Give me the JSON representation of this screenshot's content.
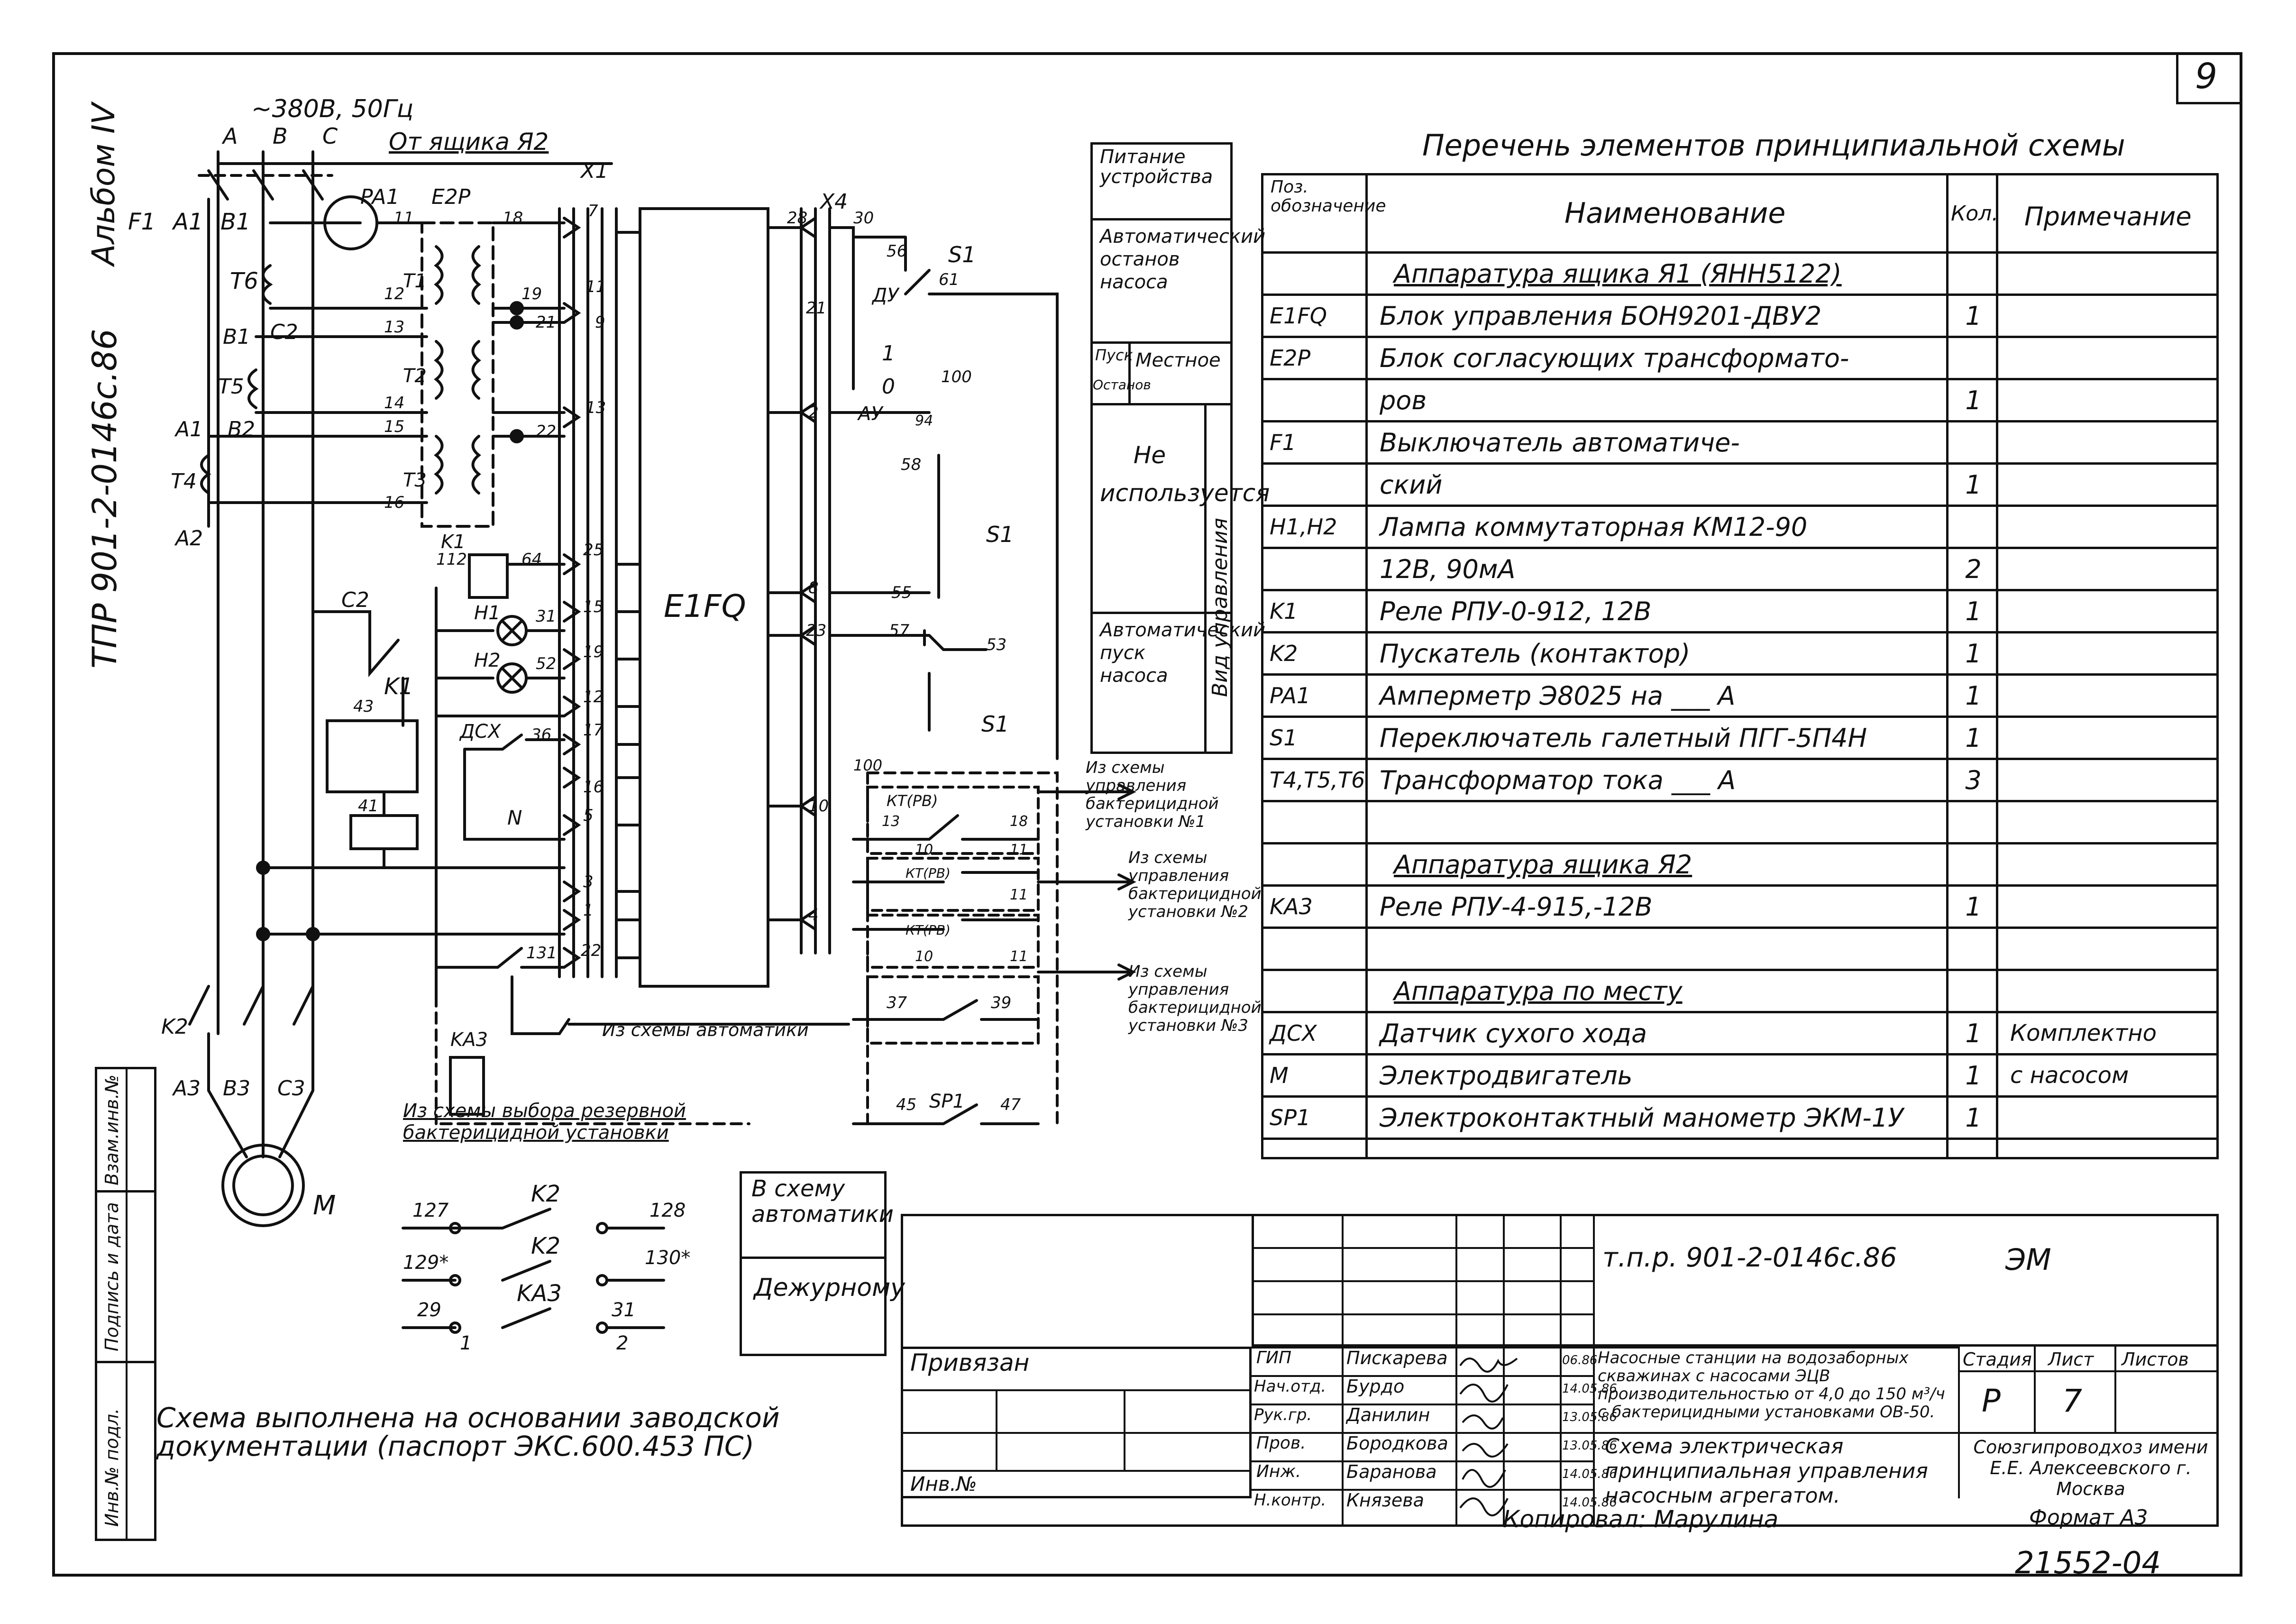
{
  "sheet": {
    "page_number": "9",
    "album_label": "Альбом IV",
    "side_code": "ТПР 901-2-0146с.86",
    "left_margin_labels": [
      "Взам.инв.№",
      "Подпись и дата",
      "Инв.№ подл."
    ]
  },
  "schematic": {
    "supply_label": "~380В, 50Гц",
    "phases": [
      "A",
      "B",
      "C"
    ],
    "from_box": "От ящика Я2",
    "labels": {
      "F1": "F1",
      "A1": "A1",
      "B1": "B1",
      "T6": "T6",
      "PA1": "PA1",
      "E2P": "E2P",
      "X1": "X1",
      "X4": "X4",
      "C2": "C2",
      "B1b": "B1",
      "T5": "T5",
      "A1b": "A1",
      "B2": "B2",
      "T4": "T4",
      "A2": "A2",
      "T1": "T1",
      "T2": "T2",
      "T3": "T3",
      "E1FQ": "E1FQ",
      "K1": "K1",
      "K1b": "K1",
      "H1": "H1",
      "H2": "H2",
      "DCX": "ДСХ",
      "N": "N",
      "C2b": "C2",
      "K2": "K2",
      "K2b": "K2",
      "KA3": "KA3",
      "M": "M",
      "A3": "A3",
      "B3": "B3",
      "C3": "C3",
      "S1a": "S1",
      "S1b": "S1",
      "S1c": "S1",
      "SP1": "SP1",
      "DU": "ДУ",
      "AU": "АУ",
      "KT1": "КТ(РВ)",
      "KT2": "КТ(РВ)",
      "KT3": "КТ(РВ)",
      "one": "1",
      "zero": "0"
    },
    "wire_numbers": [
      "11",
      "12",
      "13",
      "14",
      "15",
      "16",
      "18",
      "19",
      "21",
      "22",
      "7",
      "9",
      "11",
      "13",
      "25",
      "15",
      "19",
      "12",
      "17",
      "16",
      "5",
      "3",
      "1",
      "22",
      "64",
      "112",
      "31",
      "52",
      "36",
      "43",
      "41",
      "131",
      "28",
      "30",
      "56",
      "61",
      "21",
      "2",
      "94",
      "100",
      "58",
      "8",
      "55",
      "23",
      "57",
      "53",
      "10",
      "4",
      "100",
      "13",
      "10",
      "18",
      "11",
      "11",
      "10",
      "11",
      "37",
      "39",
      "45",
      "47",
      "127",
      "128",
      "129*",
      "130*",
      "29",
      "31",
      "1",
      "2"
    ],
    "notes": {
      "from_control_1": "Из схемы управления бактерицидной установки №1",
      "from_control_2": "Из схемы управления бактерицидной установки №2",
      "from_control_3": "Из схемы управления бактерицидной установки №3",
      "from_automatics": "Из схемы автоматики",
      "from_reserve": "Из схемы выбора резервной бактерицидной установки"
    },
    "mode_table": {
      "power_supply": "Питание устройства",
      "auto_stop": "Автоматический останов насоса",
      "start": "Пуск",
      "stop": "Останов",
      "local": "Местное",
      "not_used": "Не используется",
      "auto_start": "Автоматический пуск насоса",
      "control_type": "Вид управления"
    },
    "to_automatics_box": {
      "line1": "В схему автоматики",
      "line2": "Дежурному"
    },
    "footnote": "Схема выполнена на основании заводской документации (паспорт ЭКС.600.453 ПС)"
  },
  "elements_list": {
    "title": "Перечень элементов принципиальной схемы",
    "headers": {
      "pos": "Поз. обозначение",
      "name": "Наименование",
      "qty": "Кол.",
      "note": "Примечание"
    },
    "rows": [
      {
        "pos": "",
        "name": "Аппаратура ящика Я1 (ЯНН5122)",
        "qty": "",
        "note": "",
        "section": true
      },
      {
        "pos": "E1FQ",
        "name": "Блок управления БОН9201-ДВУ2",
        "qty": "1",
        "note": ""
      },
      {
        "pos": "E2P",
        "name": "Блок согласующих трансформато-",
        "qty": "",
        "note": ""
      },
      {
        "pos": "",
        "name": "ров",
        "qty": "1",
        "note": ""
      },
      {
        "pos": "F1",
        "name": "Выключатель автоматиче-",
        "qty": "",
        "note": ""
      },
      {
        "pos": "",
        "name": "ский",
        "qty": "1",
        "note": ""
      },
      {
        "pos": "H1,H2",
        "name": "Лампа коммутаторная КМ12-90",
        "qty": "",
        "note": ""
      },
      {
        "pos": "",
        "name": "12В, 90мА",
        "qty": "2",
        "note": ""
      },
      {
        "pos": "K1",
        "name": "Реле РПУ-0-912, 12В",
        "qty": "1",
        "note": ""
      },
      {
        "pos": "K2",
        "name": "Пускатель (контактор)",
        "qty": "1",
        "note": ""
      },
      {
        "pos": "PA1",
        "name": "Амперметр Э8025 на ___ А",
        "qty": "1",
        "note": ""
      },
      {
        "pos": "S1",
        "name": "Переключатель галетный ПГГ-5П4Н",
        "qty": "1",
        "note": ""
      },
      {
        "pos": "T4,T5,T6",
        "name": "Трансформатор тока ___ А",
        "qty": "3",
        "note": ""
      },
      {
        "pos": "",
        "name": "",
        "qty": "",
        "note": ""
      },
      {
        "pos": "",
        "name": "Аппаратура ящика Я2",
        "qty": "",
        "note": "",
        "section": true
      },
      {
        "pos": "KA3",
        "name": "Реле РПУ-4-915,-12В",
        "qty": "1",
        "note": ""
      },
      {
        "pos": "",
        "name": "",
        "qty": "",
        "note": ""
      },
      {
        "pos": "",
        "name": "Аппаратура по месту",
        "qty": "",
        "note": "",
        "section": true
      },
      {
        "pos": "ДСХ",
        "name": "Датчик сухого хода",
        "qty": "1",
        "note": "Комплектно"
      },
      {
        "pos": "M",
        "name": "Электродвигатель",
        "qty": "1",
        "note": "с насосом"
      },
      {
        "pos": "SP1",
        "name": "Электроконтактный манометр ЭКМ-1У",
        "qty": "1",
        "note": ""
      }
    ]
  },
  "title_block": {
    "doc_code": "т.п.р. 901-2-0146с.86",
    "mark": "ЭМ",
    "linked": "Привязан",
    "inv_no": "Инв.№",
    "roles": [
      "ГИП",
      "Нач.отд.",
      "Рук.гр.",
      "Пров.",
      "Инж.",
      "Н.контр."
    ],
    "names": [
      "Пискарева",
      "Бурдо",
      "Данилин",
      "Бородкова",
      "Баранова",
      "Князева"
    ],
    "dates": [
      "06.86",
      "14.05.86",
      "13.05.86",
      "13.05.86",
      "14.05.86",
      "14.05.86"
    ],
    "project_title": "Насосные станции на водозаборных скважинах с насосами ЭЦВ производительностью от 4,0 до 150 м³/ч с бактерицидными установками ОВ-50.",
    "drawing_title": "Схема электрическая принципиальная управления насосным агрегатом.",
    "stage_label": "Стадия",
    "sheet_label": "Лист",
    "sheets_label": "Листов",
    "stage": "Р",
    "sheet": "7",
    "org": "Союзгипроводхоз имени Е.Е. Алексеевского г. Москва",
    "copied": "Копировал: Марулина",
    "format": "Формат А3",
    "archive_no": "21552-04"
  }
}
